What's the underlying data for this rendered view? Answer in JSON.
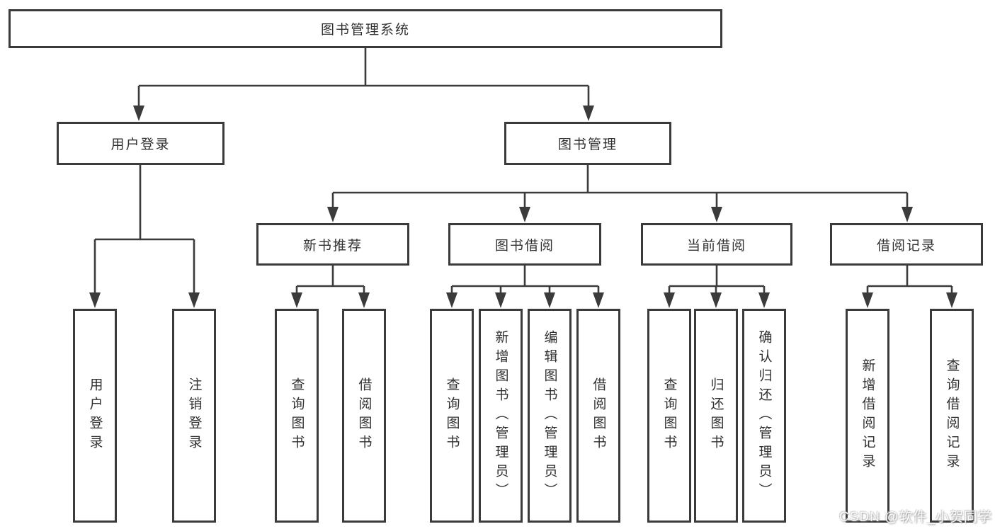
{
  "diagram": {
    "type": "hierarchy-tree",
    "watermark": "CSDN @软件_小贺同学",
    "colors": {
      "line": "#3b3b3b",
      "box_border": "#3b3b3b",
      "box_fill": "#ffffff",
      "text": "#303030",
      "background": "#ffffff"
    },
    "tree": {
      "root": {
        "label": "图书管理系统"
      },
      "branches": [
        {
          "label": "用户登录",
          "children": [
            {
              "label": "用户登录"
            },
            {
              "label": "注销登录"
            }
          ]
        },
        {
          "label": "图书管理",
          "children": [
            {
              "label": "新书推荐",
              "children": [
                {
                  "label": "查询图书"
                },
                {
                  "label": "借阅图书"
                }
              ]
            },
            {
              "label": "图书借阅",
              "children": [
                {
                  "label": "查询图书"
                },
                {
                  "label": "新增图书（管理员）"
                },
                {
                  "label": "编辑图书（管理员）"
                },
                {
                  "label": "借阅图书"
                }
              ]
            },
            {
              "label": "当前借阅",
              "children": [
                {
                  "label": "查询图书"
                },
                {
                  "label": "归还图书"
                },
                {
                  "label": "确认归还（管理员）"
                }
              ]
            },
            {
              "label": "借阅记录",
              "children": [
                {
                  "label": "新增借阅记录"
                },
                {
                  "label": "查询借阅记录"
                }
              ]
            }
          ]
        }
      ]
    }
  }
}
